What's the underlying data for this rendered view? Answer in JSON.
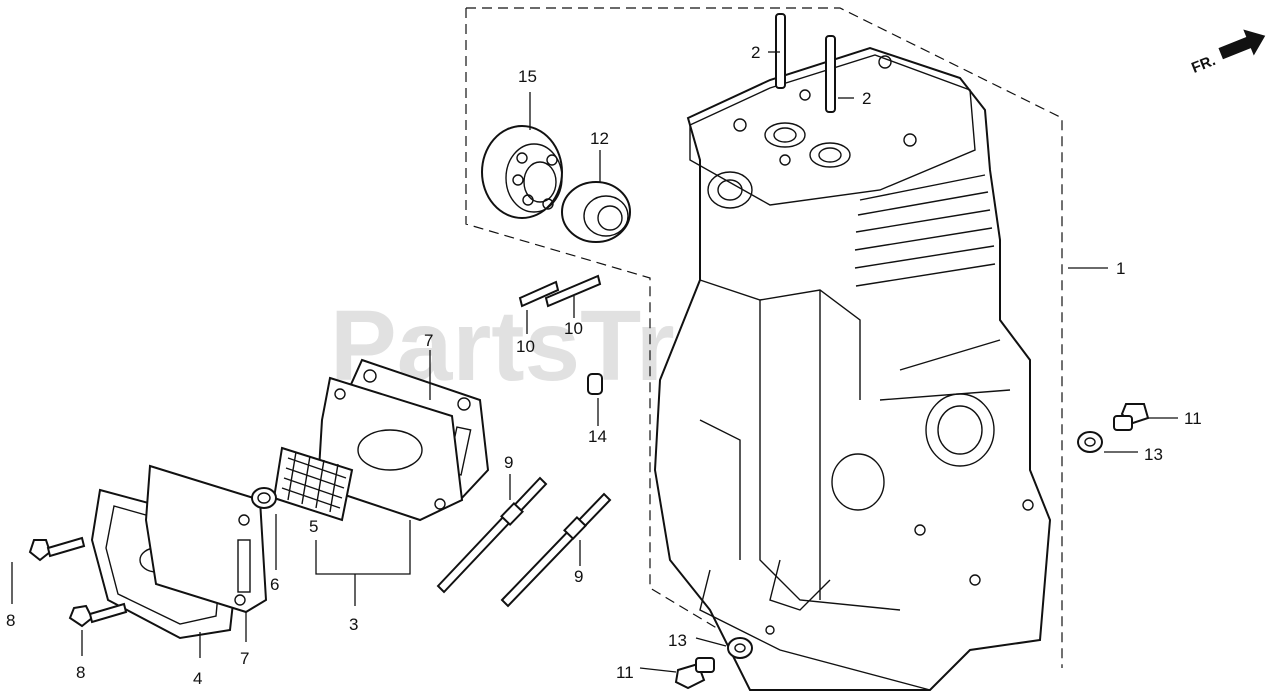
{
  "watermark": "PartsTree",
  "orientation": {
    "label": "FR.",
    "icon": "arrow-right-icon"
  },
  "callouts": {
    "n1": "1",
    "n2a": "2",
    "n2b": "2",
    "n3": "3",
    "n4": "4",
    "n5": "5",
    "n6": "6",
    "n7a": "7",
    "n7b": "7",
    "n8a": "8",
    "n8b": "8",
    "n9a": "9",
    "n9b": "9",
    "n10a": "10",
    "n10b": "10",
    "n11a": "11",
    "n11b": "11",
    "n12": "12",
    "n13a": "13",
    "n13b": "13",
    "n14": "14",
    "n15": "15"
  }
}
